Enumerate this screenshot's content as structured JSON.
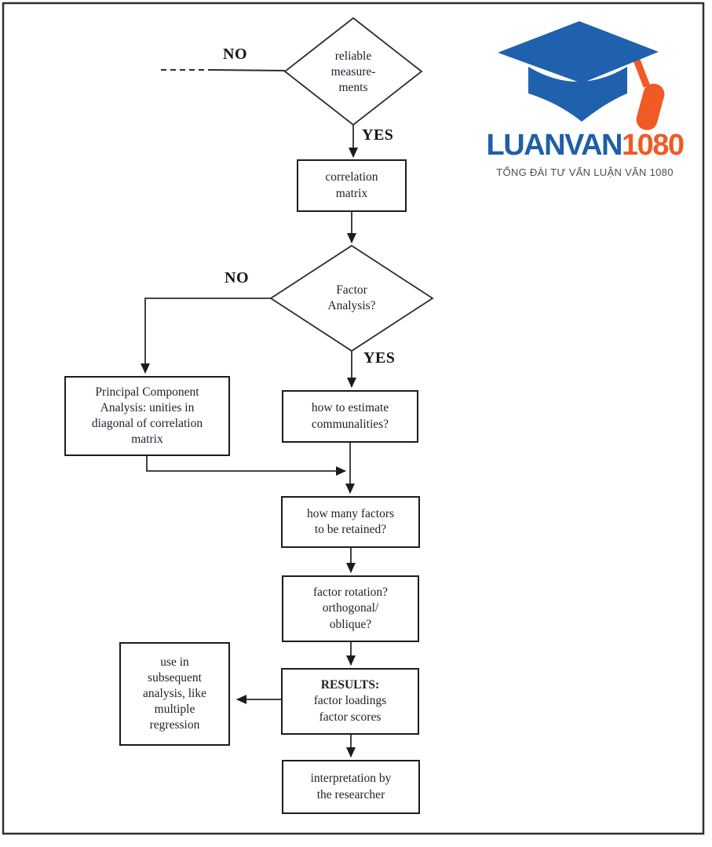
{
  "logo": {
    "brand_primary": "LUANVAN",
    "brand_suffix": "1080",
    "tagline": "TỔNG ĐÀI TƯ VẤN LUẬN VĂN 1080",
    "colors": {
      "blue": "#1d5fa9",
      "orange": "#f15a25",
      "tagline_gray": "#4d4d4d"
    }
  },
  "flowchart": {
    "line_color": "#2c2c2c",
    "text_color": "#1f1f2b",
    "decision_labels": {
      "no_top": "NO",
      "yes_top": "YES",
      "no_mid": "NO",
      "yes_mid": "YES"
    },
    "nodes": {
      "reliable_measurements": "reliable\nmeasure-\nments",
      "correlation_matrix": "correlation\nmatrix",
      "factor_analysis": "Factor\nAnalysis?",
      "pca": "Principal Component\nAnalysis: unities in\ndiagonal of correlation\nmatrix",
      "estimate_communalities": "how to estimate\ncommunalities?",
      "how_many_factors": "how many factors\nto be retained?",
      "factor_rotation": "factor rotation?\northogonal/\noblique?",
      "use_subsequent": "use in\nsubsequent\nanalysis, like\nmultiple\nregression",
      "results_title": "RESULTS:",
      "results_body": "factor loadings\nfactor scores",
      "interpretation": "interpretation by\nthe researcher"
    }
  }
}
